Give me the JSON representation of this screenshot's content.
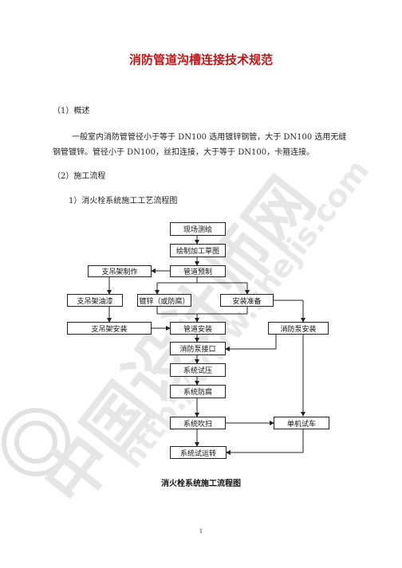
{
  "document": {
    "title": "消防管道沟槽连接技术规范",
    "section1_heading": "（1）概述",
    "section1_text": "一般室内消防管管径小于等于 DN100 选用镀锌钢管，大于 DN100 选用无缝钢管镀锌。管径小于 DN100，丝扣连接，大于等于 DN100，卡箍连接。",
    "section2_heading": "（2）施工流程",
    "subsection_heading": "1）消火栓系统施工工艺流程图",
    "caption": "消火栓系统施工流程图",
    "page_number": "1"
  },
  "flowchart": {
    "nodes": {
      "n1": "现场测绘",
      "n2": "绘制加工草图",
      "n3": "管道预制",
      "n4": "支吊架制作",
      "n5": "支吊架油漆",
      "n6": "镀锌（或防腐）",
      "n7": "安装准备",
      "n8": "支吊架安装",
      "n9": "管道安装",
      "n10": "消防泵安装",
      "n11": "消防泵接口",
      "n12": "系统试压",
      "n13": "系统防腐",
      "n14": "系统吹扫",
      "n15": "单机试车",
      "n16": "系统试运转"
    }
  },
  "watermark": {
    "text_large": "中国设计师网",
    "text_url": "http://www.shejis.com",
    "color": "#d9d9d9"
  }
}
